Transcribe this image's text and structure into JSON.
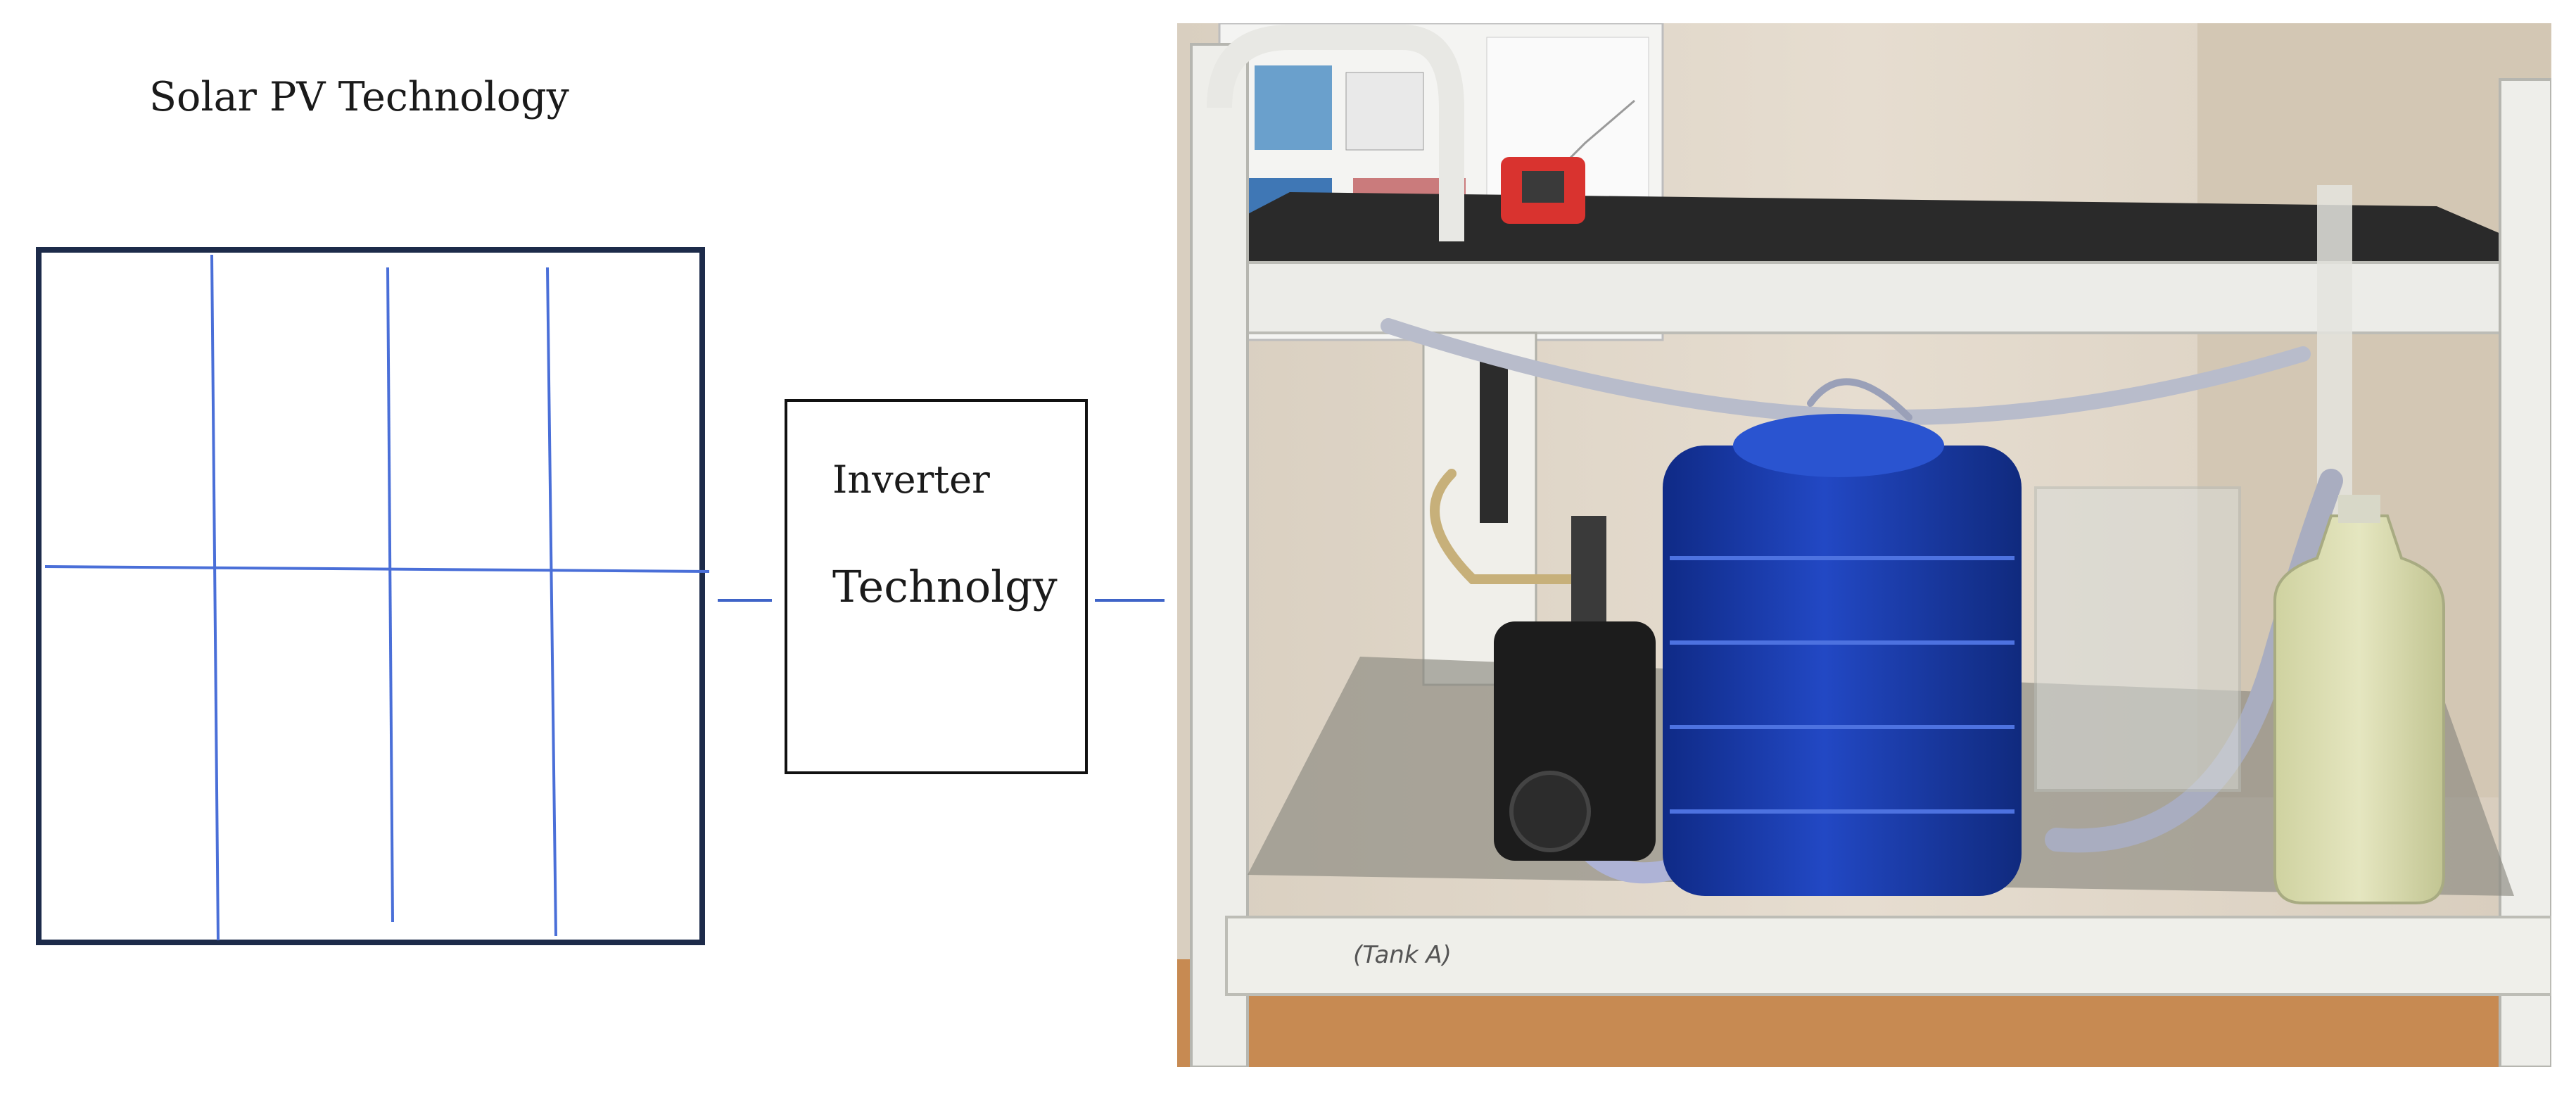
{
  "title": "Solar PV Technology",
  "inverter": {
    "line1": "Inverter",
    "line2": "Technolgy"
  },
  "photo": {
    "handwritten_label": "(Tank A)"
  },
  "colors": {
    "panel_border": "#1d2b4a",
    "grid_lines": "#4a6fd8",
    "connector": "#3f64c8",
    "tank_blue": "#1b3aa8",
    "pump_black": "#1c1c1c",
    "rack_white": "#eeeeea"
  }
}
